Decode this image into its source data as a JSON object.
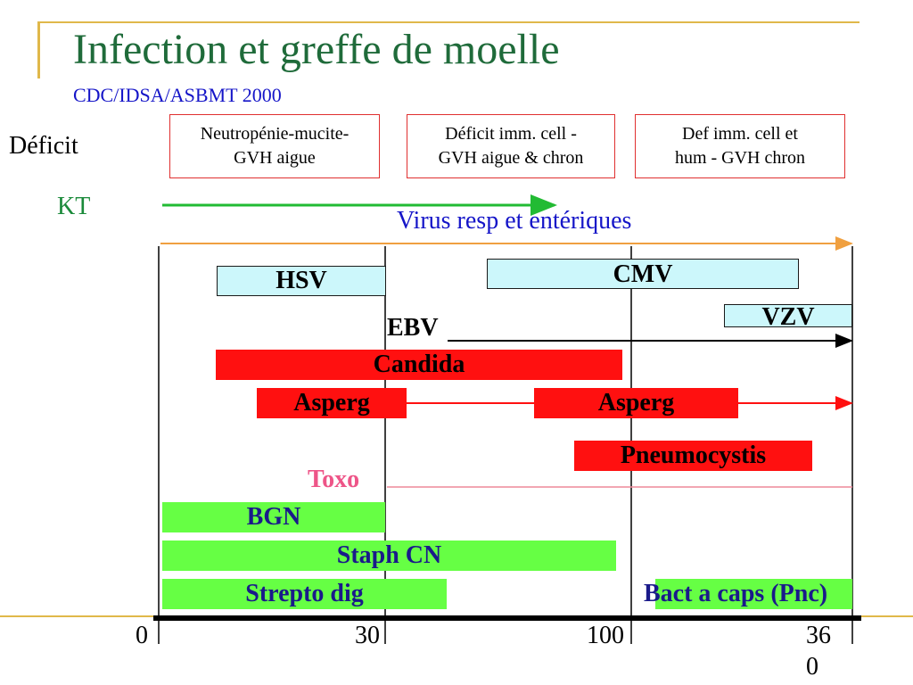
{
  "title": "Infection et greffe de moelle",
  "subtitle": "CDC/IDSA/ASBMT 2000",
  "row_labels": {
    "deficit": "Déficit",
    "kt": "KT"
  },
  "phases": [
    {
      "line1": "Neutropénie-mucite-",
      "line2": "GVH aigue"
    },
    {
      "line1": "Déficit imm. cell -",
      "line2": "GVH aigue & chron"
    },
    {
      "line1": "Def imm. cell et",
      "line2": "hum - GVH chron"
    }
  ],
  "virus_resp": "Virus resp et entériques",
  "pathogens": {
    "hsv": "HSV",
    "cmv": "CMV",
    "vzv": "VZV",
    "ebv": "EBV",
    "candida": "Candida",
    "asperg_early": "Asperg",
    "asperg_late": "Asperg",
    "pneumocystis": "Pneumocystis",
    "toxo": "Toxo",
    "bgn": "BGN",
    "staph": "Staph CN",
    "strepto": "Strepto dig",
    "bact_caps": "Bact a caps (Pnc)"
  },
  "axis_ticks": [
    {
      "label": "0"
    },
    {
      "label": "30"
    },
    {
      "label": "100"
    },
    {
      "label_line1": "36",
      "label_line2": "0"
    }
  ],
  "colors": {
    "title": "#1f6b3a",
    "subtitle": "#1515c8",
    "kt_arrow": "#22bb33",
    "virus_arrow": "#f0a040",
    "red_bar": "#ff1010",
    "green_bar": "#66ff44",
    "cyan_bar": "#ccf7fb",
    "toxo": "#ee5588",
    "frame": "#e0b84a"
  }
}
